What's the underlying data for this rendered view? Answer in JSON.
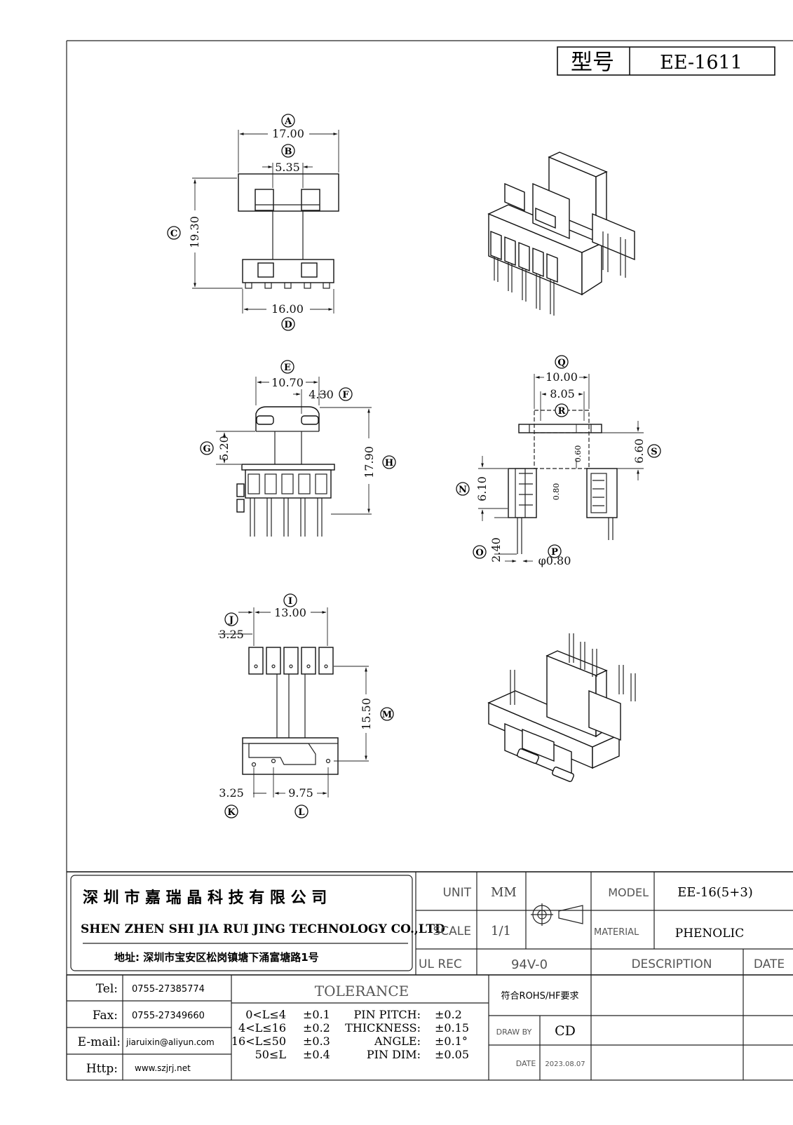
{
  "model_box": {
    "label": "型号",
    "value": "EE-1611"
  },
  "dims": {
    "A": "17.00",
    "B": "5.35",
    "C": "19.30",
    "D": "16.00",
    "E": "10.70",
    "F": "4.30",
    "G": "5.20",
    "H": "17.90",
    "Q": "10.00",
    "R": "8.05",
    "S": "6.60",
    "N": "6.10",
    "O": "2.40",
    "P": "φ0.80",
    "I": "13.00",
    "J": "3.25",
    "M": "15.50",
    "K": "3.25",
    "L": "9.75",
    "inner1": "0.60",
    "inner2": "0.80"
  },
  "letters": [
    "A",
    "B",
    "C",
    "D",
    "E",
    "F",
    "G",
    "H",
    "Q",
    "R",
    "S",
    "N",
    "O",
    "P",
    "I",
    "J",
    "M",
    "K",
    "L"
  ],
  "company": {
    "name_cn": "深 圳 市 嘉 瑞 晶 科 技 有 限 公 司",
    "name_en": "SHEN ZHEN SHI  JIA RUI JING  TECHNOLOGY CO.,LTD",
    "address": "地址: 深圳市宝安区松岗镇塘下涌富塘路1号"
  },
  "spec": {
    "unit_label": "UNIT",
    "unit_value": "MM",
    "scale_label": "SCALE",
    "scale_value": "1/1",
    "ul_label": "UL REC",
    "ul_value": "94V-0",
    "model_label": "MODEL",
    "model_value": "EE-16(5+3)",
    "material_label": "MATERIAL",
    "material_value": "PHENOLIC",
    "description_label": "DESCRIPTION",
    "date_label": "DATE",
    "rohs": "符合ROHS/HF要求",
    "draw_by_label": "DRAW BY",
    "draw_by_value": "CD",
    "date_row_label": "DATE",
    "date_row_value": "2023.08.07"
  },
  "contact": {
    "tel_label": "Tel:",
    "tel": "0755-27385774",
    "fax_label": "Fax:",
    "fax": "0755-27349660",
    "email_label": "E-mail:",
    "email": "jiaruixin@aliyun.com",
    "http_label": "Http:",
    "http": "www.szjrj.net"
  },
  "tolerance": {
    "title": "TOLERANCE",
    "ranges": [
      {
        "range": "0<L≤4",
        "tol": "±0.1"
      },
      {
        "range": "4<L≤16",
        "tol": "±0.2"
      },
      {
        "range": "16<L≤50",
        "tol": "±0.3"
      },
      {
        "range": "50≤L",
        "tol": "±0.4"
      }
    ],
    "items": [
      {
        "name": "PIN PITCH:",
        "tol": "±0.2"
      },
      {
        "name": "THICKNESS:",
        "tol": "±0.15"
      },
      {
        "name": "ANGLE:",
        "tol": "±0.1°"
      },
      {
        "name": "PIN DIM:",
        "tol": "±0.05"
      }
    ]
  }
}
